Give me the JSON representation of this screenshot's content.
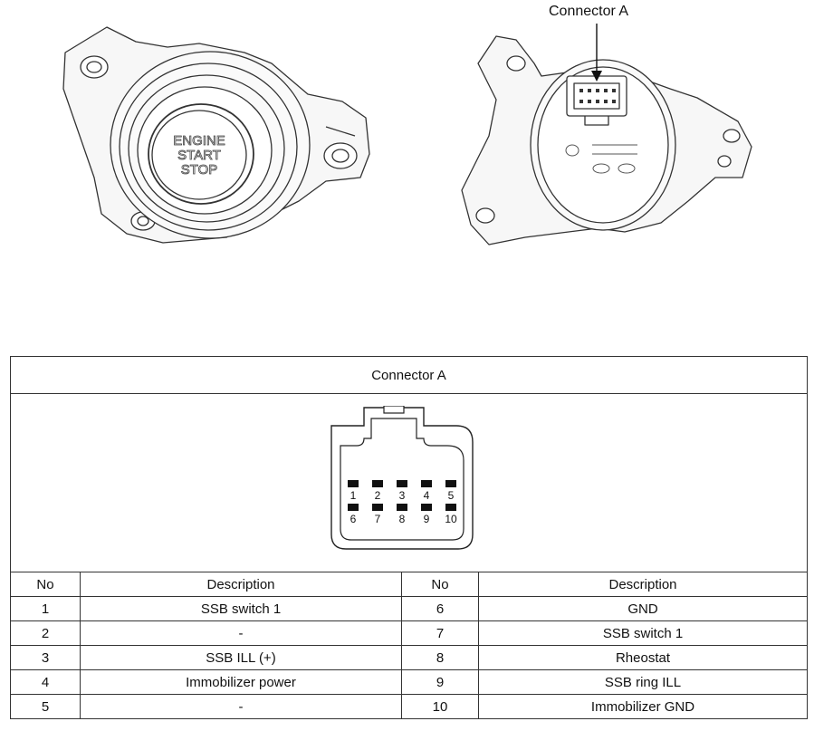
{
  "callout": {
    "label": "Connector A"
  },
  "button_face": {
    "line1": "ENGINE",
    "line2": "START",
    "line3": "STOP"
  },
  "table": {
    "title": "Connector A",
    "headers": [
      "No",
      "Description",
      "No",
      "Description"
    ],
    "pins_top": [
      "1",
      "2",
      "3",
      "4",
      "5"
    ],
    "pins_bottom": [
      "6",
      "7",
      "8",
      "9",
      "10"
    ],
    "rows": [
      {
        "no_left": "1",
        "desc_left": "SSB switch 1",
        "no_right": "6",
        "desc_right": "GND"
      },
      {
        "no_left": "2",
        "desc_left": "-",
        "no_right": "7",
        "desc_right": "SSB switch 1"
      },
      {
        "no_left": "3",
        "desc_left": "SSB ILL (+)",
        "no_right": "8",
        "desc_right": "Rheostat"
      },
      {
        "no_left": "4",
        "desc_left": "Immobilizer power",
        "no_right": "9",
        "desc_right": "SSB ring ILL"
      },
      {
        "no_left": "5",
        "desc_left": "-",
        "no_right": "10",
        "desc_right": "Immobilizer GND"
      }
    ]
  }
}
